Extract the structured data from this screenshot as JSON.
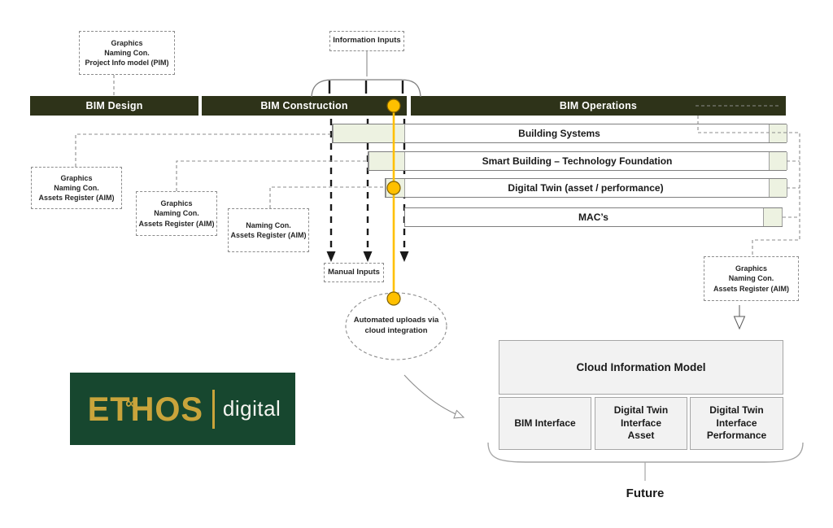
{
  "header": {
    "phases": [
      {
        "label": "BIM Design"
      },
      {
        "label": "BIM Construction"
      },
      {
        "label": "BIM Operations"
      }
    ]
  },
  "rows": [
    {
      "label": "Building Systems"
    },
    {
      "label": "Smart Building – Technology Foundation"
    },
    {
      "label": "Digital Twin (asset / performance)"
    },
    {
      "label": "MAC’s"
    }
  ],
  "callouts": {
    "pim": "Graphics\nNaming Con.\nProject Info model (PIM)",
    "information_inputs": "Information Inputs",
    "aim_left_1": "Graphics\nNaming Con.\nAssets Register (AIM)",
    "aim_left_2": "Graphics\nNaming Con.\nAssets Register (AIM)",
    "aim_left_3": "Naming Con.\nAssets Register (AIM)",
    "aim_right": "Graphics\nNaming Con.\nAssets Register (AIM)",
    "manual_inputs": "Manual Inputs",
    "automated_uploads": "Automated uploads via\ncloud integration"
  },
  "cloud": {
    "title": "Cloud Information Model",
    "interfaces": [
      {
        "label": "BIM Interface"
      },
      {
        "label": "Digital Twin\nInterface\nAsset"
      },
      {
        "label": "Digital Twin\nInterface\nPerformance"
      }
    ]
  },
  "future": {
    "label": "Future"
  },
  "logo": {
    "brand": "ETHOS",
    "product": "digital"
  },
  "colors": {
    "phase_bar": "#2E3319",
    "cell_green": "#EDF2E1",
    "accent_gold": "#FFC000",
    "gold_outline": "#7F6000",
    "logo_green": "#17472F",
    "logo_gold": "#C9A43B"
  }
}
